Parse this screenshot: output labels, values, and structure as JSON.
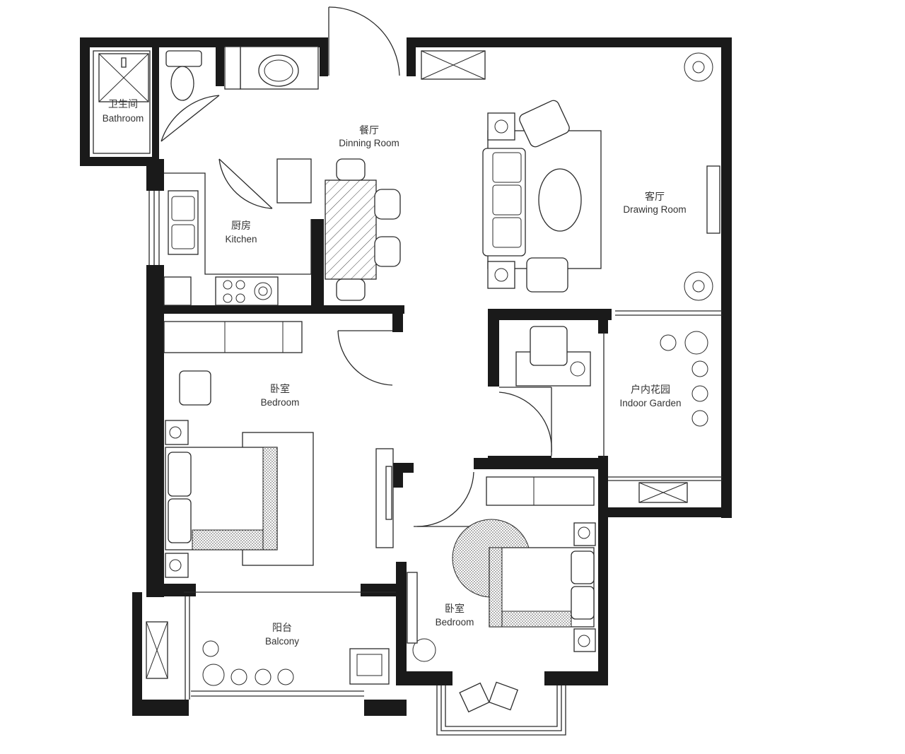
{
  "rooms": {
    "bathroom": {
      "cn": "卫生间",
      "en": "Bathroom"
    },
    "dining": {
      "cn": "餐厅",
      "en": "Dinning Room"
    },
    "drawing": {
      "cn": "客厅",
      "en": "Drawing Room"
    },
    "kitchen": {
      "cn": "厨房",
      "en": "Kitchen"
    },
    "bedroom_main": {
      "cn": "卧室",
      "en": "Bedroom"
    },
    "indoor_garden": {
      "cn": "户内花园",
      "en": "Indoor Garden"
    },
    "bedroom_small": {
      "cn": "卧室",
      "en": "Bedroom"
    },
    "balcony": {
      "cn": "阳台",
      "en": "Balcony"
    }
  },
  "colors": {
    "wall": "#1a1a1a",
    "line": "#2a2a2a",
    "background": "#ffffff"
  }
}
